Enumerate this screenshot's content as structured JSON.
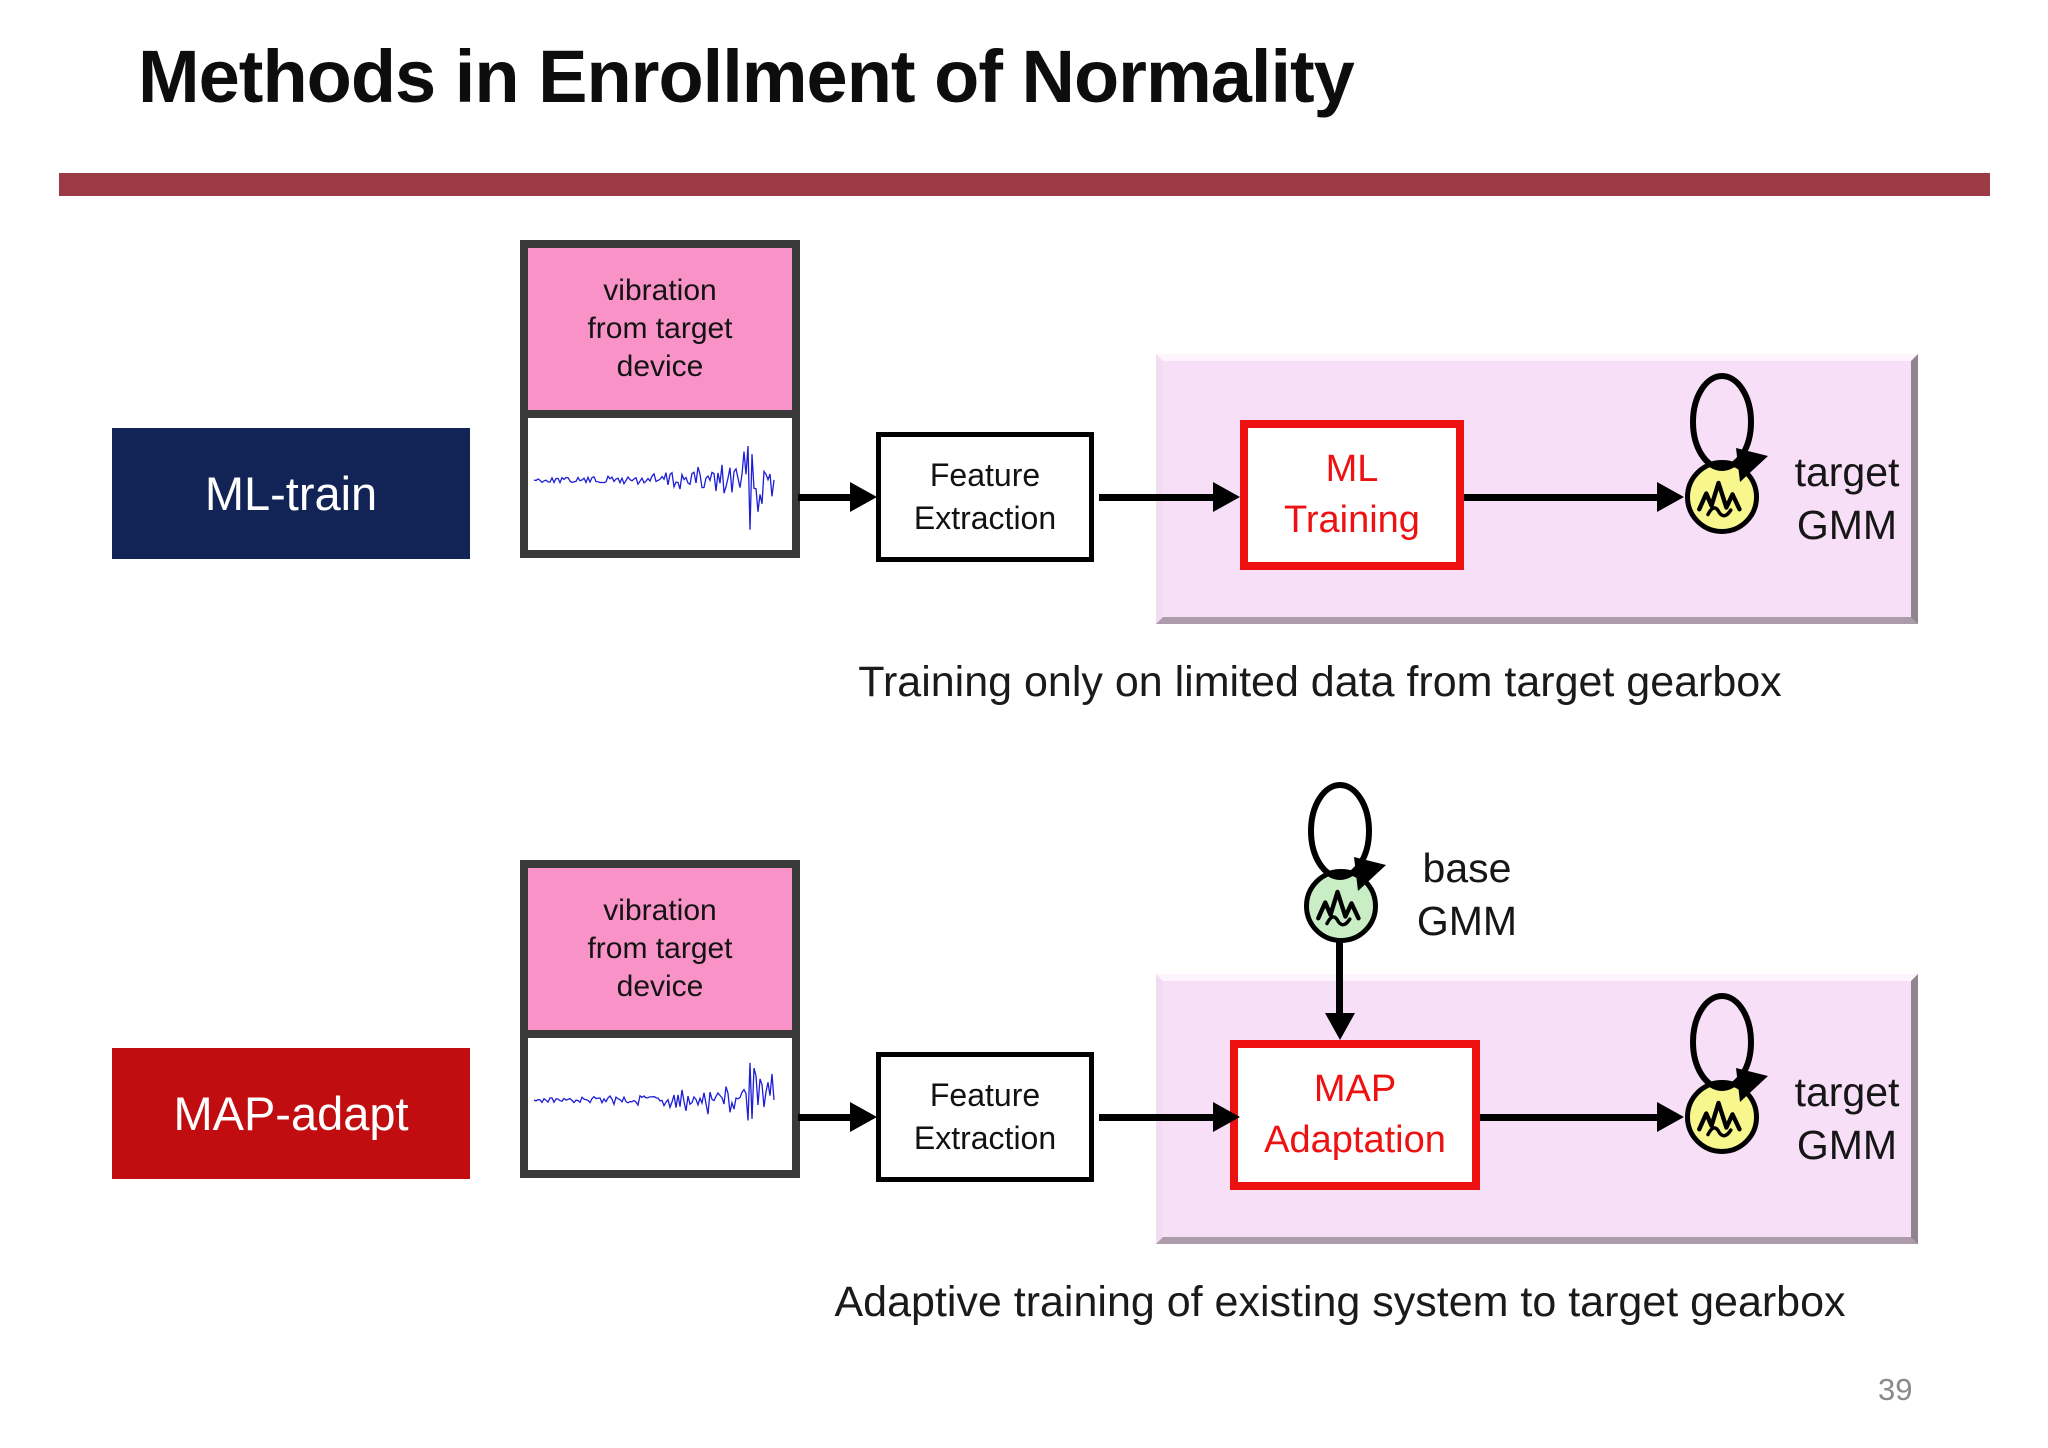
{
  "slide": {
    "title": "Methods in Enrollment of Normality",
    "page_number": "39"
  },
  "colors": {
    "divider_bar": "#9c3a46",
    "ml_label_bg": "#112455",
    "map_label_bg": "#c20d10",
    "vibration_box_fill": "#f992c6",
    "vibration_box_border": "#3a3a3a",
    "panel_fill": "#f8dff8",
    "process_box_border": "#ee1111",
    "process_text": "#ee1111",
    "target_gmm_fill": "#f7f78e",
    "base_gmm_fill": "#c9eec6",
    "waveform_stroke": "#1d1dd8"
  },
  "rows": [
    {
      "id": "ml-train",
      "label": "ML-train",
      "input": {
        "lines": [
          "vibration",
          "from target",
          "device"
        ]
      },
      "feature": {
        "lines": [
          "Feature",
          "Extraction"
        ]
      },
      "process": {
        "lines": [
          "ML",
          "Training"
        ]
      },
      "output": {
        "lines": [
          "target",
          "GMM"
        ]
      },
      "caption": "Training only on limited data from target gearbox"
    },
    {
      "id": "map-adapt",
      "label": "MAP-adapt",
      "input": {
        "lines": [
          "vibration",
          "from target",
          "device"
        ]
      },
      "feature": {
        "lines": [
          "Feature",
          "Extraction"
        ]
      },
      "process": {
        "lines": [
          "MAP",
          "Adaptation"
        ]
      },
      "output": {
        "lines": [
          "target",
          "GMM"
        ]
      },
      "base": {
        "lines": [
          "base",
          "GMM"
        ]
      },
      "caption": "Adaptive training of existing system to target gearbox"
    }
  ]
}
